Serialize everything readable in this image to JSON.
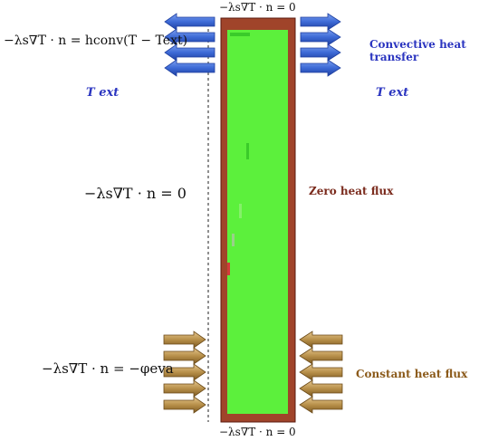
{
  "equations": {
    "top": "−λs∇T · n = 0",
    "bottom": "−λs∇T · n = 0",
    "convective": "−λs∇T · n = hconv(T − Text)",
    "zero": "−λs∇T · n = 0",
    "constant": "−λs∇T · n = −φeva"
  },
  "labels": {
    "convective_heat_transfer": "Convective heat transfer",
    "zero_heat_flux": "Zero heat flux",
    "constant_heat_flux": "Constant heat flux",
    "t_ext_left": "T ext",
    "t_ext_right": "T ext"
  },
  "colors": {
    "wall": "#a0442a",
    "fill": "#5cf03c",
    "convective_arrow": "#3d6ad6",
    "flux_arrow": "#b8904a",
    "label_blue": "#2b35c0",
    "label_brown": "#7a2a1c",
    "label_flux": "#8b5a1a"
  }
}
